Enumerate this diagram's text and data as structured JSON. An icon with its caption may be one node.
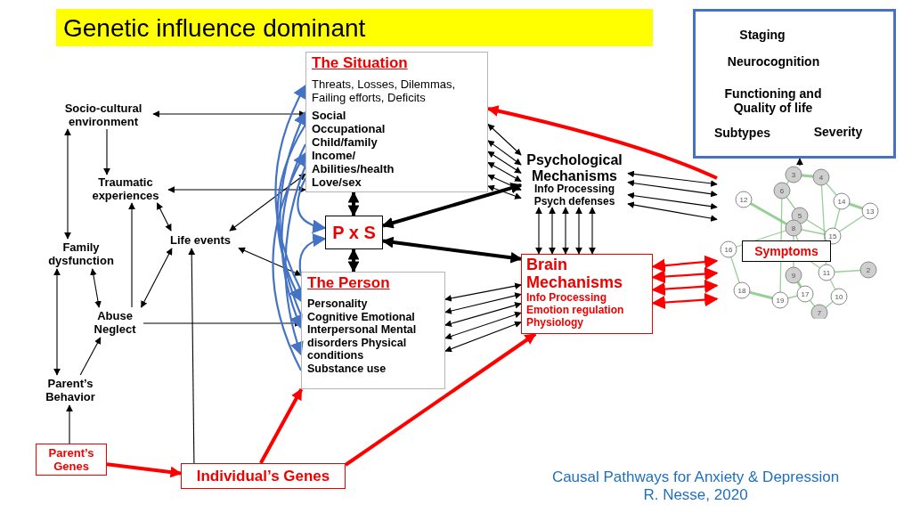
{
  "diagram": {
    "title": "Genetic influence dominant",
    "caption": "Causal Pathways for Anxiety & Depression R. Nesse, 2020",
    "nodes": [
      {
        "text": [
          "Socio-cultural environment"
        ]
      },
      {
        "text": [
          "Traumatic experiences"
        ]
      },
      {
        "text": [
          "Family dysfunction"
        ]
      },
      {
        "text": [
          "Life events"
        ]
      },
      {
        "text": [
          "Abuse Neglect"
        ]
      },
      {
        "text": [
          "Parent’s Behavior"
        ]
      },
      {
        "text": [
          "Parent’s Genes"
        ]
      },
      {
        "text": [
          "Individual’s Genes"
        ]
      },
      {
        "text": [
          "The Situation",
          "Threats, Losses, Dilemmas, Failing efforts, Deficits",
          "Social Occupational Child/family Income/ Abilities/health Love/sex"
        ]
      },
      {
        "text": [
          "P x S"
        ]
      },
      {
        "text": [
          "The Person",
          "Personality Cognitive Emotional Interpersonal Mental disorders Physical conditions Substance use"
        ]
      },
      {
        "text": [
          "Psychological Mechanisms",
          "Info Processing Psych defenses"
        ]
      },
      {
        "text": [
          "Brain Mechanisms",
          "Info Processing Emotion regulation Physiology"
        ]
      },
      {
        "text": [
          "Staging",
          "Neurocognition",
          "Functioning and Quality of life",
          "Subtypes",
          "Severity"
        ]
      },
      {
        "text": [],
        "shape": "picture"
      },
      {
        "text": [
          "Symptoms"
        ],
        "in": 14
      }
    ],
    "edges": [
      {
        "from": 0,
        "to": 8,
        "arrow": "both"
      },
      {
        "from": 0,
        "to": 1,
        "arrow": "to"
      },
      {
        "from": 0,
        "to": 2,
        "arrow": "both"
      },
      {
        "from": 1,
        "to": 8,
        "arrow": "both"
      },
      {
        "from": 1,
        "to": 3,
        "arrow": "both"
      },
      {
        "from": 4,
        "to": 1,
        "arrow": "to"
      },
      {
        "from": 2,
        "to": 4,
        "arrow": "both"
      },
      {
        "from": 2,
        "to": 5,
        "arrow": "both"
      },
      {
        "from": 5,
        "to": 4,
        "arrow": "to"
      },
      {
        "from": 6,
        "to": 5,
        "arrow": "to"
      },
      {
        "from": 4,
        "to": 3,
        "arrow": "both"
      },
      {
        "from": 4,
        "to": 10,
        "arrow": "to"
      },
      {
        "from": 7,
        "to": 3,
        "arrow": "to"
      },
      {
        "from": 3,
        "to": 8,
        "arrow": "both"
      },
      {
        "from": 3,
        "to": 10,
        "arrow": "both"
      },
      {
        "from": 6,
        "to": 7,
        "arrow": "to",
        "style": "thick",
        "color": "#ff0000"
      },
      {
        "from": 7,
        "to": 10,
        "arrow": "to",
        "style": "thick",
        "color": "#ff0000"
      },
      {
        "from": 7,
        "to": 12,
        "arrow": "to",
        "style": "thick",
        "color": "#ff0000"
      },
      {
        "from": 8,
        "to": 9,
        "arrow": "both",
        "style": "thick"
      },
      {
        "from": 10,
        "to": 9,
        "arrow": "both",
        "style": "thick"
      },
      {
        "from": 9,
        "to": 11,
        "arrow": "both",
        "style": "thick"
      },
      {
        "from": 9,
        "to": 12,
        "arrow": "both",
        "style": "thick"
      },
      {
        "from": 8,
        "to": 11,
        "arrow": "both"
      },
      {
        "from": 8,
        "to": 11,
        "arrow": "both"
      },
      {
        "from": 8,
        "to": 11,
        "arrow": "both"
      },
      {
        "from": 8,
        "to": 11,
        "arrow": "both"
      },
      {
        "from": 8,
        "to": 11,
        "arrow": "both"
      },
      {
        "from": 8,
        "to": 11,
        "arrow": "both"
      },
      {
        "from": 10,
        "to": 12,
        "arrow": "both"
      },
      {
        "from": 10,
        "to": 12,
        "arrow": "both"
      },
      {
        "from": 10,
        "to": 12,
        "arrow": "both"
      },
      {
        "from": 10,
        "to": 12,
        "arrow": "both"
      },
      {
        "from": 10,
        "to": 12,
        "arrow": "both"
      },
      {
        "from": 11,
        "to": 12,
        "arrow": "both"
      },
      {
        "from": 11,
        "to": 12,
        "arrow": "both"
      },
      {
        "from": 11,
        "to": 12,
        "arrow": "both"
      },
      {
        "from": 11,
        "to": 12,
        "arrow": "both"
      },
      {
        "from": 11,
        "to": 12,
        "arrow": "both"
      },
      {
        "from": 11,
        "to": 14,
        "arrow": "both"
      },
      {
        "from": 11,
        "to": 14,
        "arrow": "both"
      },
      {
        "from": 11,
        "to": 14,
        "arrow": "both"
      },
      {
        "from": 11,
        "to": 14,
        "arrow": "both"
      },
      {
        "from": 12,
        "to": 14,
        "arrow": "both",
        "color": "#ff0000"
      },
      {
        "from": 12,
        "to": 14,
        "arrow": "both",
        "color": "#ff0000"
      },
      {
        "from": 12,
        "to": 14,
        "arrow": "both",
        "color": "#ff0000"
      },
      {
        "from": 12,
        "to": 14,
        "arrow": "both",
        "color": "#ff0000"
      },
      {
        "from": 14,
        "to": 8,
        "arrow": "to",
        "style": "thick",
        "color": "#ff0000"
      },
      {
        "from": 14,
        "to": 13,
        "arrow": "to"
      },
      {
        "from": 8,
        "to": 10,
        "arrow": "to",
        "color": "#4472c4"
      },
      {
        "from": 8,
        "to": 10,
        "arrow": "to",
        "color": "#4472c4"
      },
      {
        "from": 8,
        "to": 10,
        "arrow": "to",
        "color": "#4472c4"
      },
      {
        "from": 10,
        "to": 8,
        "arrow": "to",
        "color": "#4472c4"
      },
      {
        "from": 10,
        "to": 8,
        "arrow": "to",
        "color": "#4472c4"
      },
      {
        "from": 10,
        "to": 8,
        "arrow": "to",
        "color": "#4472c4"
      },
      {
        "from": 8,
        "to": 9,
        "arrow": "to",
        "color": "#4472c4"
      },
      {
        "from": 10,
        "to": 9,
        "arrow": "to",
        "color": "#4472c4"
      }
    ],
    "labels": [
      "3",
      "4",
      "6",
      "12",
      "14",
      "13",
      "5",
      "8",
      "15",
      "16",
      "9",
      "11",
      "2",
      "18",
      "17",
      "10",
      "19",
      "7"
    ]
  }
}
